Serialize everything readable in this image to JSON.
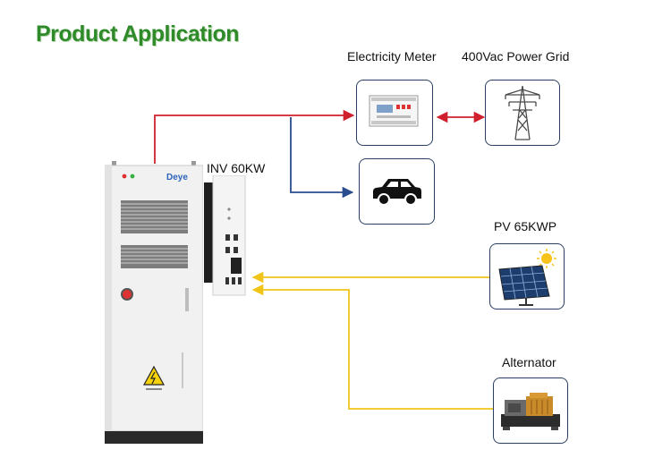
{
  "header": {
    "title": "Product Application",
    "title_color": "#2f8a2a",
    "title_shadow": "#b9d8b0"
  },
  "labels": {
    "meter": "Electricity Meter",
    "grid": "400Vac Power Grid",
    "inverter": "INV 60KW",
    "pv": "PV 65KWP",
    "alternator": "Alternator"
  },
  "cabinet": {
    "brand": "Deye"
  },
  "colors": {
    "ac_line": "#d0202e",
    "load_line": "#2a4d8f",
    "dc_line": "#f0c419",
    "box_border": "#2b3f63"
  },
  "icons": {
    "meter": "electricity-meter-icon",
    "grid": "power-tower-icon",
    "car": "car-icon",
    "pv": "solar-panel-icon",
    "alternator": "generator-icon"
  }
}
